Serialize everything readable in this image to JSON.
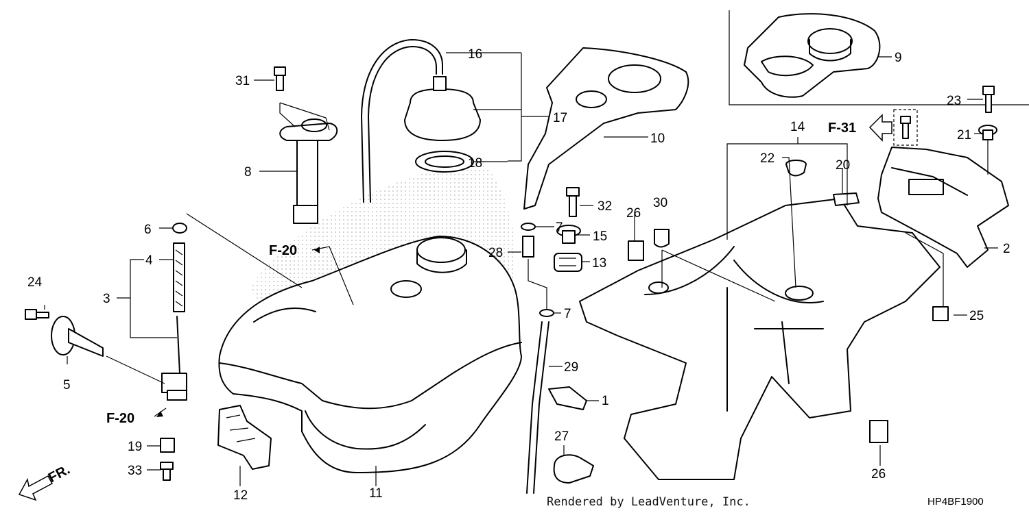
{
  "diagram": {
    "callouts": {
      "c1": "1",
      "c2": "2",
      "c3": "3",
      "c4": "4",
      "c5": "5",
      "c6": "6",
      "c7a": "7",
      "c7b": "7",
      "c8": "8",
      "c9": "9",
      "c10": "10",
      "c11": "11",
      "c12": "12",
      "c13": "13",
      "c14": "14",
      "c15": "15",
      "c16": "16",
      "c17": "17",
      "c18": "18",
      "c19": "19",
      "c20": "20",
      "c21": "21",
      "c22": "22",
      "c23": "23",
      "c24": "24",
      "c25": "25",
      "c26a": "26",
      "c26b": "26",
      "c27": "27",
      "c28": "28",
      "c29": "29",
      "c30": "30",
      "c31": "31",
      "c32": "32",
      "c33": "33"
    },
    "references": {
      "f20_top": "F-20",
      "f20_bottom": "F-20",
      "f31": "F-31",
      "front": "FR."
    },
    "footer": {
      "rendered_by": "Rendered by LeadVenture, Inc.",
      "diagram_code": "HP4BF1900"
    },
    "colors": {
      "line": "#000000",
      "background": "#ffffff",
      "watermark": "#bdbdbd"
    }
  }
}
